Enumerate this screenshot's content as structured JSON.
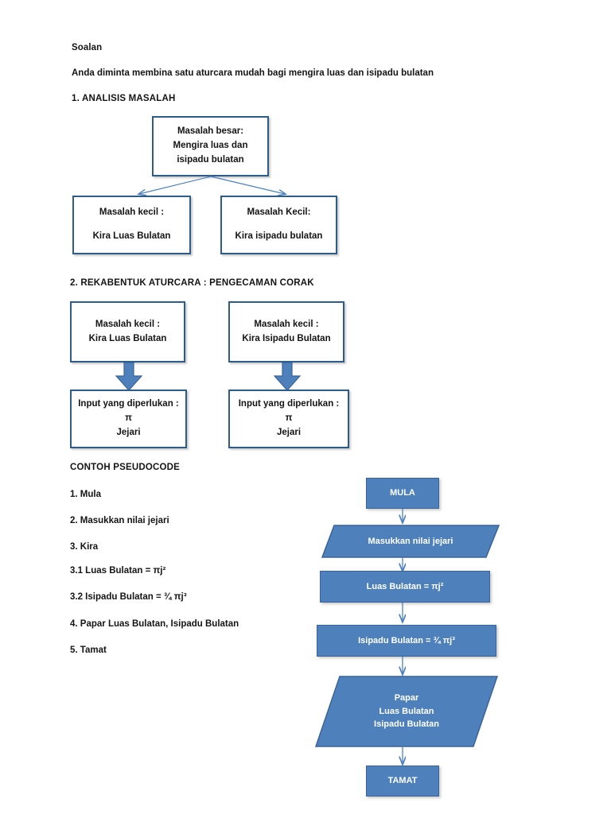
{
  "document": {
    "title_label": "Soalan",
    "intro": "Anda diminta membina satu aturcara mudah bagi mengira luas dan isipadu bulatan",
    "section1_heading": "1. ANALISIS MASALAH",
    "section2_heading": "2. REKABENTUK ATURCARA : PENGECAMAN CORAK",
    "pseudocode_heading": "CONTOH PSEUDOCODE"
  },
  "analysis": {
    "root_box": {
      "line1": "Masalah besar:",
      "line2": "Mengira luas dan",
      "line3": "isipadu bulatan"
    },
    "child_left": {
      "line1": "Masalah kecil :",
      "line2": "Kira Luas Bulatan"
    },
    "child_right": {
      "line1": "Masalah Kecil:",
      "line2": "Kira  isipadu bulatan"
    }
  },
  "design": {
    "left_top": {
      "line1": "Masalah kecil :",
      "line2": "Kira Luas Bulatan"
    },
    "right_top": {
      "line1": "Masalah kecil :",
      "line2": "Kira Isipadu Bulatan"
    },
    "left_bottom": {
      "line1": "Input yang diperlukan :",
      "line2": "π",
      "line3": "Jejari"
    },
    "right_bottom": {
      "line1": "Input yang diperlukan :",
      "line2": "π",
      "line3": "Jejari"
    }
  },
  "pseudocode": {
    "steps": [
      "1. Mula",
      "2. Masukkan nilai jejari",
      "3. Kira",
      "3.1 Luas Bulatan = πj²",
      "3.2 Isipadu Bulatan = ¾ πj³",
      "4. Papar Luas Bulatan, Isipadu Bulatan",
      "5. Tamat"
    ]
  },
  "flowchart": {
    "start": "MULA",
    "input": "Masukkan nilai jejari",
    "process1": "Luas Bulatan = πj²",
    "process2": "Isipadu Bulatan = ¾ πj³",
    "output": {
      "line1": "Papar",
      "line2": "Luas Bulatan",
      "line3": "Isipadu Bulatan"
    },
    "end": "TAMAT"
  },
  "colors": {
    "shape_fill": "#4E81BC",
    "shape_border": "#3A6398",
    "box_border": "#2E5C8A",
    "connector": "#4E81BC",
    "text": "#141414"
  }
}
